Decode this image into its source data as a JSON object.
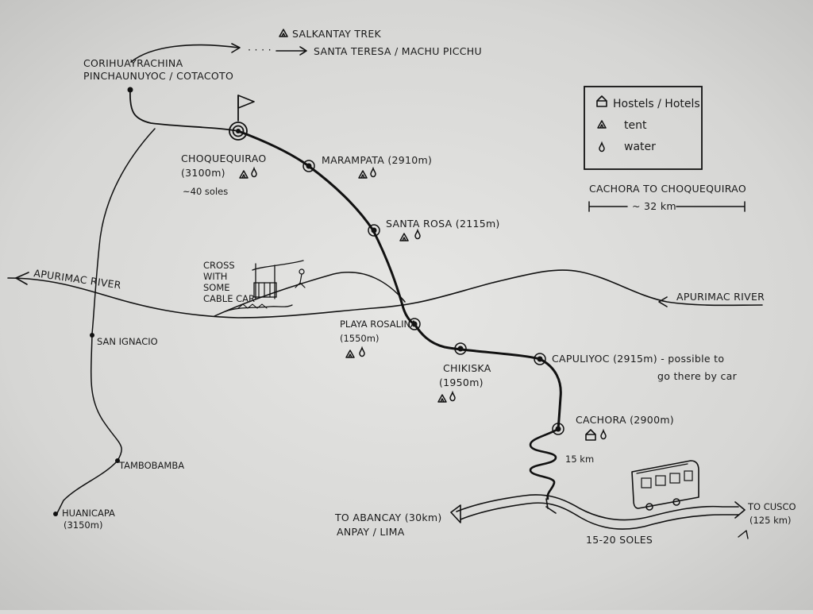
{
  "top": {
    "salkantay": "SALKANTAY TREK",
    "santa_teresa": "SANTA TERESA / MACHU PICCHU",
    "dots": "· · · ·"
  },
  "places": {
    "corihuayrachina_1": "CORIHUAYRACHINA",
    "corihuayrachina_2": "PINCHAUNUYOC / COTACOTO",
    "choquequirao": "CHOQUEQUIRAO",
    "choquequirao_alt": "(3100m)",
    "choquequirao_price": "~40 soles",
    "marampata": "MARAMPATA (2910m)",
    "santa_rosa": "SANTA ROSA (2115m)",
    "playa_rosalina": "PLAYA ROSALINA",
    "playa_rosalina_alt": "(1550m)",
    "chikiska": "CHIKISKA",
    "chikiska_alt": "(1950m)",
    "capuliyoc": "CAPULIYOC (2915m) - possible to",
    "capuliyoc_2": "go there by car",
    "cachora": "CACHORA (2900m)",
    "san_ignacio": "SAN IGNACIO",
    "tambobamba": "TAMBOBAMBA",
    "huanicapa": "HUANICAPA",
    "huanicapa_alt": "(3150m)"
  },
  "cable": {
    "line1": "CROSS",
    "line2": "WITH",
    "line3": "SOME",
    "line4": "CABLE CAR"
  },
  "river": {
    "left": "APURIMAC RIVER",
    "right": "APURIMAC RIVER"
  },
  "road": {
    "distance": "15 km",
    "abancay_1": "TO ABANCAY (30km)",
    "abancay_2": "ANPAY / LIMA",
    "cusco_1": "TO CUSCO",
    "cusco_2": "(125 km)",
    "price": "15-20 SOLES"
  },
  "legend": {
    "hostels": "Hostels / Hotels",
    "tent": "tent",
    "water": "water"
  },
  "scale": {
    "title": "CACHORA TO CHOQUEQUIRAO",
    "value": "~ 32 km"
  },
  "icons": {
    "hostel": "house-icon",
    "tent": "tent-icon",
    "water": "water-drop-icon",
    "flag": "flag-icon",
    "bus": "bus-icon"
  },
  "colors": {
    "ink": "#111111",
    "paper": "#e2e2e0"
  }
}
